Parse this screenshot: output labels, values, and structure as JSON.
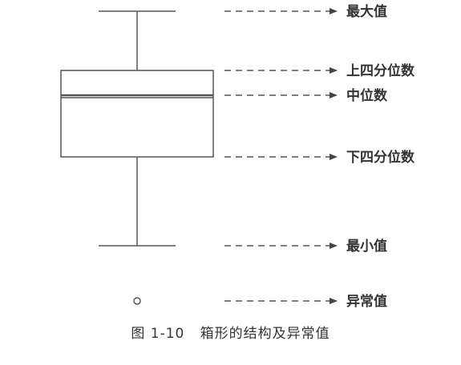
{
  "colors": {
    "stroke": "#555555",
    "text": "#333333",
    "background": "#ffffff"
  },
  "labels": {
    "max": "最大值",
    "q3": "上四分位数",
    "median": "中位数",
    "q1": "下四分位数",
    "min": "最小值",
    "outlier": "异常值"
  },
  "caption": "图 1-10   箱形的结构及异常值"
}
